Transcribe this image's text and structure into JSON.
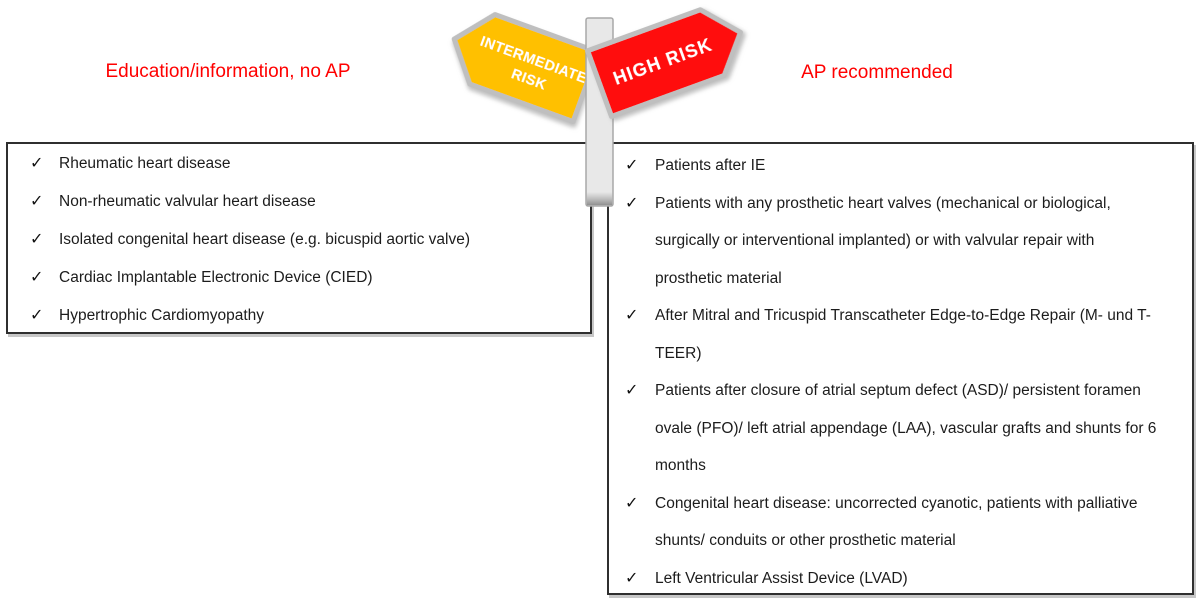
{
  "colors": {
    "heading_red": "#FF0000",
    "sign_yellow": "#FFC000",
    "sign_red": "#FF0A0A",
    "sign_border_gray": "#bfbfbf",
    "pole_gray": "#e8e8e8",
    "box_border_dark": "#2f2f2f",
    "text_black": "#1c1c1c"
  },
  "check_glyph": "✓",
  "signpost": {
    "left_sign": {
      "label": "INTERMEDIATE RISK",
      "lines": [
        "INTERMEDIATE",
        "RISK"
      ],
      "color": "#FFC000"
    },
    "right_sign": {
      "label": "HIGH RISK",
      "lines": [
        "HIGH RISK"
      ],
      "color": "#FF0A0A"
    }
  },
  "headings": {
    "left": "Education/information, no AP",
    "right": "AP recommended"
  },
  "left_box": {
    "items": [
      "Rheumatic heart disease",
      "Non-rheumatic valvular heart disease",
      "Isolated congenital heart disease (e.g. bicuspid aortic valve)",
      "Cardiac Implantable Electronic Device (CIED)",
      "Hypertrophic Cardiomyopathy"
    ]
  },
  "right_box": {
    "items": [
      "Patients after IE",
      "Patients with any prosthetic heart valves (mechanical or biological, surgically or interventional implanted) or with valvular repair with prosthetic material",
      "After Mitral and Tricuspid Transcatheter Edge-to-Edge Repair (M- und T-TEER)",
      "Patients after closure of atrial septum defect (ASD)/ persistent foramen ovale (PFO)/ left atrial appendage (LAA), vascular grafts and shunts for 6 months",
      "Congenital heart disease: uncorrected cyanotic, patients with palliative shunts/ conduits or other prosthetic material",
      "Left Ventricular Assist Device (LVAD)"
    ]
  }
}
